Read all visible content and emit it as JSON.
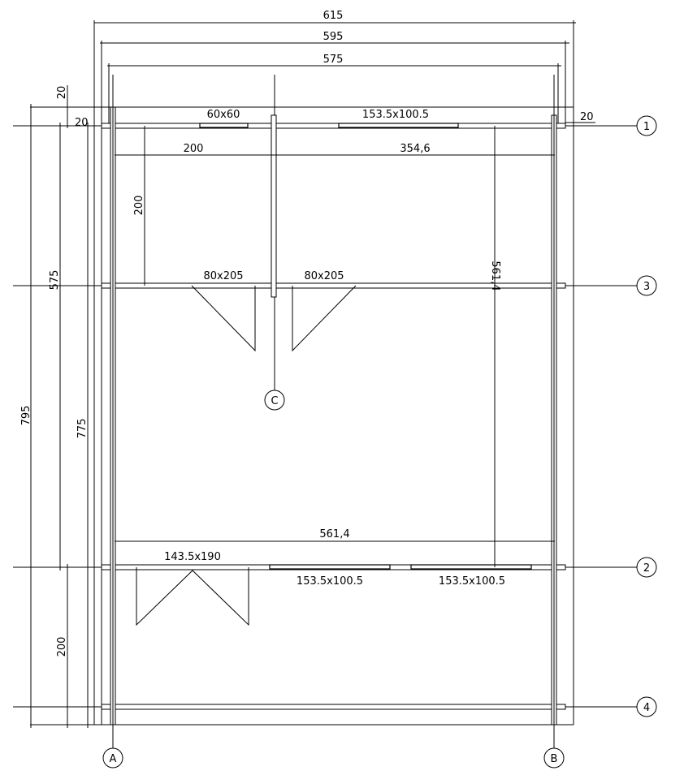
{
  "drawing": {
    "overall_dims": {
      "d615": "615",
      "d595": "595",
      "d575": "575"
    },
    "left_dims": {
      "d795": "795",
      "d575": "575",
      "d775": "775",
      "d200": "200",
      "d20_top": "20",
      "d20_side": "20"
    },
    "right_dims": {
      "d20": "20"
    },
    "interior_dims": {
      "h200": "200",
      "h354": "354,6",
      "v200": "200",
      "v561": "561,4",
      "h561": "561,4"
    },
    "openings": {
      "window_top_small": "60x60",
      "window_top_large": "153.5x100.5",
      "door_left": "80x205",
      "door_right": "80x205",
      "double_door": "143.5x190",
      "window_bottom_1": "153.5x100.5",
      "window_bottom_2": "153.5x100.5"
    },
    "grid": {
      "g1": "1",
      "g3": "3",
      "g2": "2",
      "g4": "4",
      "gA": "A",
      "gB": "B",
      "gC": "C"
    }
  }
}
